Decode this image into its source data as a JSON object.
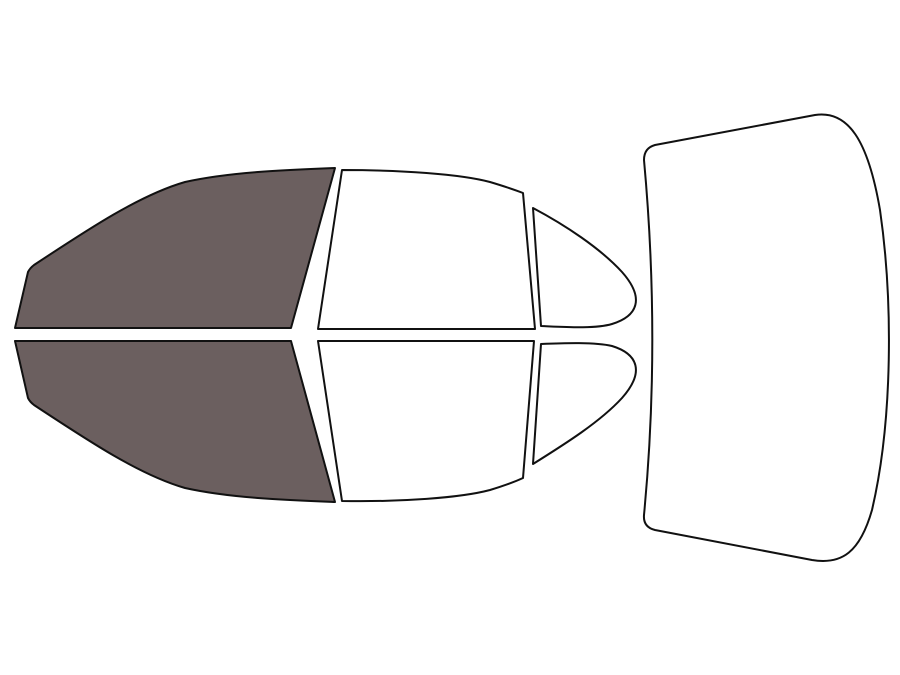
{
  "diagram": {
    "colors": {
      "tinted": "#6b5f5f",
      "untinted": "#ffffff",
      "outline": "#111111"
    },
    "windows": [
      {
        "id": "front-driver",
        "tinted": true
      },
      {
        "id": "front-passenger",
        "tinted": true
      },
      {
        "id": "rear-driver",
        "tinted": false
      },
      {
        "id": "rear-passenger",
        "tinted": false
      },
      {
        "id": "quarter-driver",
        "tinted": false
      },
      {
        "id": "quarter-passenger",
        "tinted": false
      },
      {
        "id": "rear-windshield",
        "tinted": false
      }
    ]
  }
}
